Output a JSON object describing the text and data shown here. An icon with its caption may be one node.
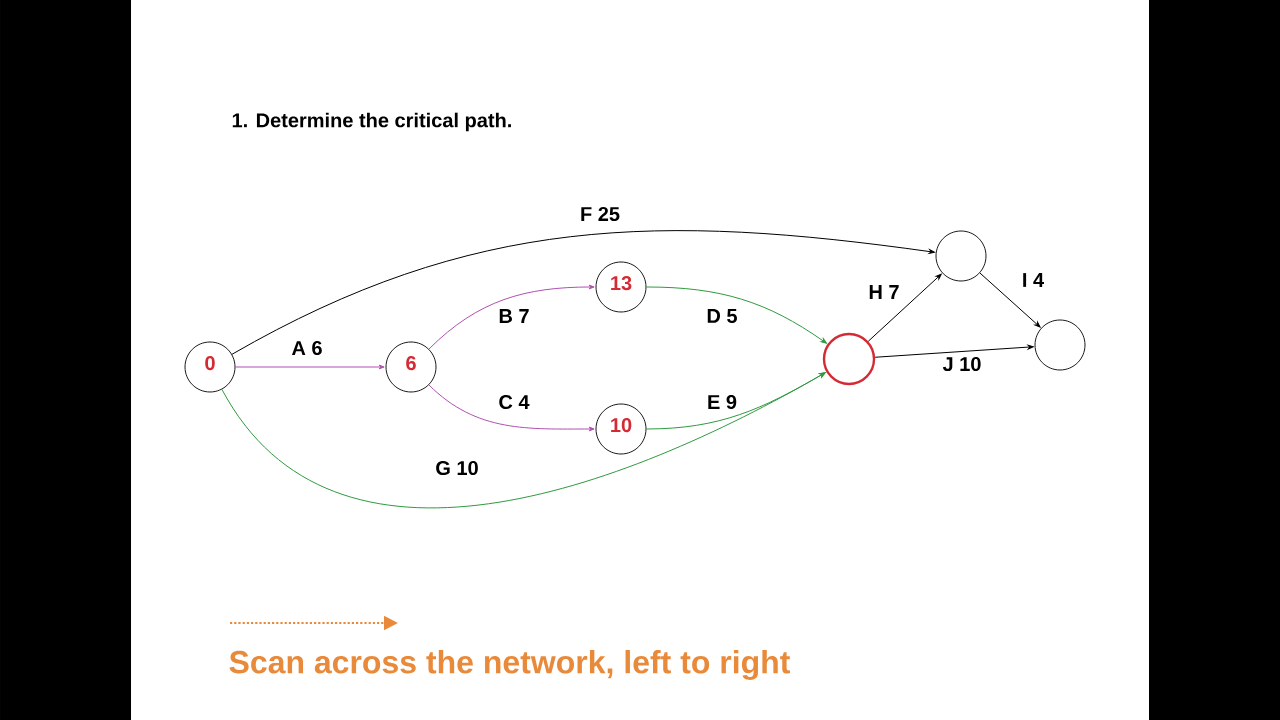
{
  "diagram": {
    "title": "1.  Determine the critical path.",
    "nodes": [
      {
        "text": [
          "0"
        ]
      },
      {
        "text": [
          "6"
        ]
      },
      {
        "text": [
          "13"
        ]
      },
      {
        "text": [
          "10"
        ]
      },
      {
        "text": [],
        "shape": "circle"
      },
      {
        "text": [],
        "shape": "circle"
      },
      {
        "text": [],
        "shape": "circle"
      }
    ],
    "edges": [
      {
        "from": 0,
        "to": 1,
        "arrow": "to",
        "label": "A 6",
        "color": "#b04fb0"
      },
      {
        "from": 1,
        "to": 2,
        "arrow": "to",
        "label": "B 7",
        "color": "#b04fb0"
      },
      {
        "from": 1,
        "to": 3,
        "arrow": "to",
        "label": "C 4",
        "color": "#b04fb0"
      },
      {
        "from": 2,
        "to": 4,
        "arrow": "to",
        "label": "D 5",
        "color": "#2e9a3e"
      },
      {
        "from": 3,
        "to": 4,
        "arrow": "to",
        "label": "E 9",
        "color": "#2e9a3e"
      },
      {
        "from": 0,
        "to": 5,
        "arrow": "to",
        "label": "F 25"
      },
      {
        "from": 0,
        "to": 4,
        "arrow": "to",
        "label": "G 10",
        "color": "#2e9a3e"
      },
      {
        "from": 4,
        "to": 5,
        "arrow": "to",
        "label": "H 7"
      },
      {
        "from": 5,
        "to": 6,
        "arrow": "to",
        "label": "I 4"
      },
      {
        "from": 4,
        "to": 6,
        "arrow": "to",
        "label": "J 10"
      }
    ],
    "labels": [
      "Scan across the network, left to right"
    ]
  }
}
